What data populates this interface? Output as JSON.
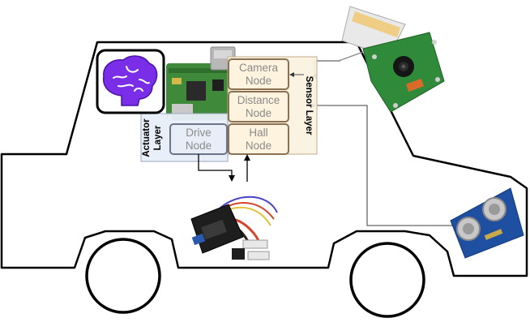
{
  "diagram": {
    "sensor_layer": {
      "label": "Sensor Layer",
      "nodes": [
        {
          "line1": "Camera",
          "line2": "Node"
        },
        {
          "line1": "Distance",
          "line2": "Node"
        },
        {
          "line1": "Hall",
          "line2": "Node"
        }
      ]
    },
    "actuator_layer": {
      "line1": "Actuator",
      "line2": "Layer",
      "nodes": [
        {
          "line1": "Drive",
          "line2": "Node"
        }
      ]
    },
    "icons": {
      "brain": "brain-icon",
      "raspberry_pi": "raspberry-pi-board-icon",
      "camera": "camera-module-icon",
      "ultrasonic": "ultrasonic-sensor-icon",
      "esc": "motor-controller-icon"
    },
    "colors": {
      "sensor_fill": "#fdf3df",
      "sensor_border": "#8b7152",
      "actuator_fill": "#e8eef8",
      "actuator_border": "#6b7488",
      "brain": "#7a2ee8"
    }
  }
}
